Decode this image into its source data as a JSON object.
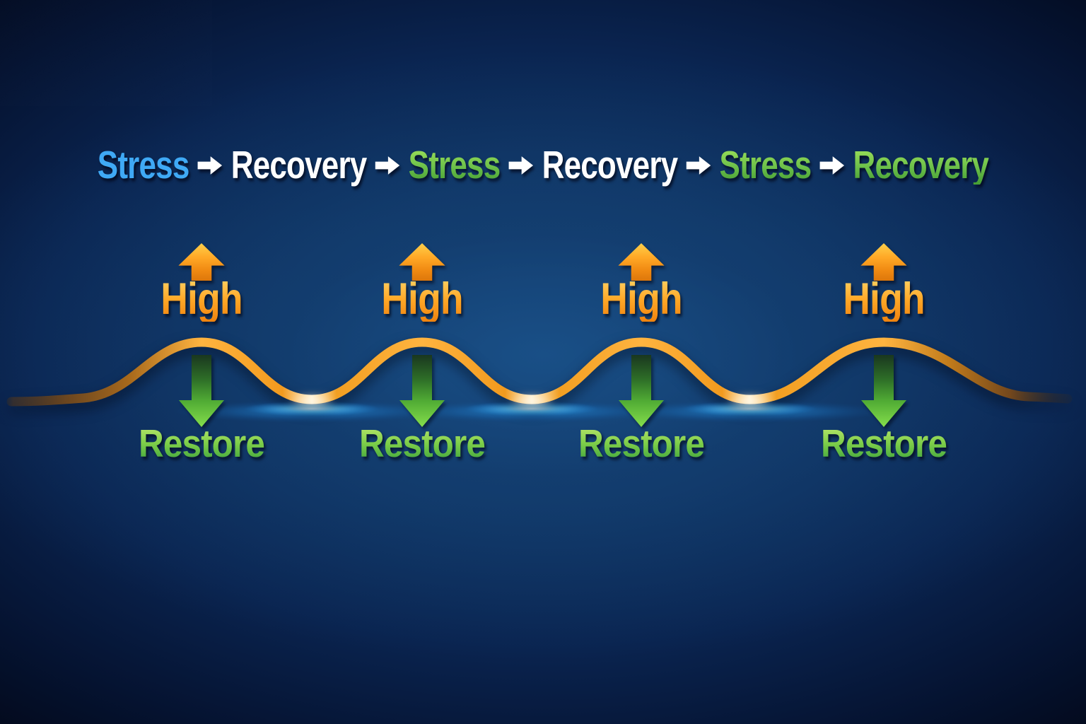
{
  "title": {
    "sequence": [
      {
        "label": "Stress",
        "color": "#3fa9f5"
      },
      {
        "label": "Recovery",
        "color": "#ffffff"
      },
      {
        "label": "Stress",
        "color": "#6cc04a"
      },
      {
        "label": "Recovery",
        "color": "#ffffff"
      },
      {
        "label": "Stress",
        "color": "#6cc04a"
      },
      {
        "label": "Recovery",
        "color": "#6cc04a"
      }
    ],
    "separator_icon": "arrow-right"
  },
  "cycles": [
    {
      "high": "High",
      "restore": "Restore"
    },
    {
      "high": "High",
      "restore": "Restore"
    },
    {
      "high": "High",
      "restore": "Restore"
    },
    {
      "high": "High",
      "restore": "Restore"
    }
  ],
  "colors": {
    "background_center": "#143f72",
    "background_edge": "#020614",
    "wave_orange": "#ffb440",
    "wave_trough_highlight": "#fff2d4",
    "glow_blue": "#3db4f2",
    "high_arrow_orange": "#ffa726",
    "restore_arrow_green": "#7ccd49",
    "stress_blue": "#3fa9f5",
    "recovery_white": "#ffffff",
    "recovery_green": "#6cc04a"
  }
}
